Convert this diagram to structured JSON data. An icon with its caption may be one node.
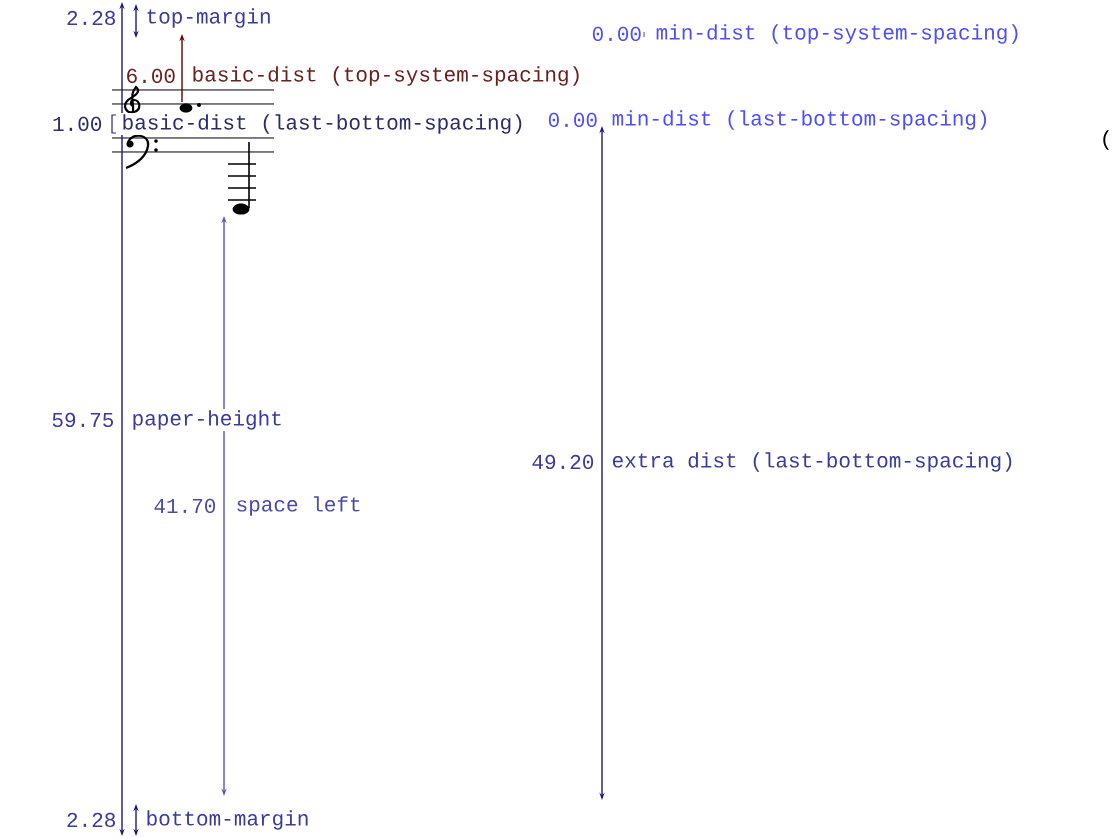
{
  "diagram": {
    "labels": [
      "2.28",
      "top-margin",
      "0.00",
      "min-dist (top-system-spacing)",
      "6.00",
      "basic-dist (top-system-spacing)",
      "1.00",
      "basic-dist (last-bottom-spacing)",
      "0.00",
      "min-dist (last-bottom-spacing)",
      "(",
      "59.75",
      "paper-height",
      "49.20",
      "extra dist (last-bottom-spacing)",
      "41.70",
      "space left",
      "2.28",
      "bottom-margin"
    ]
  }
}
